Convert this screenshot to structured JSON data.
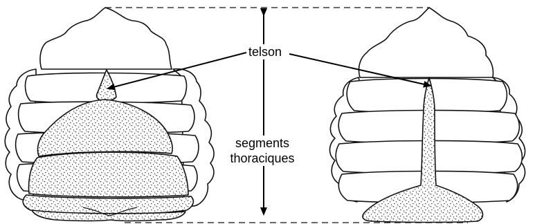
{
  "labels": {
    "telson": "telson",
    "segments_line1": "segments",
    "segments_line2": "thoraciques"
  },
  "colors": {
    "line": "#111111",
    "stipple": "#222222",
    "background": "#ffffff"
  }
}
